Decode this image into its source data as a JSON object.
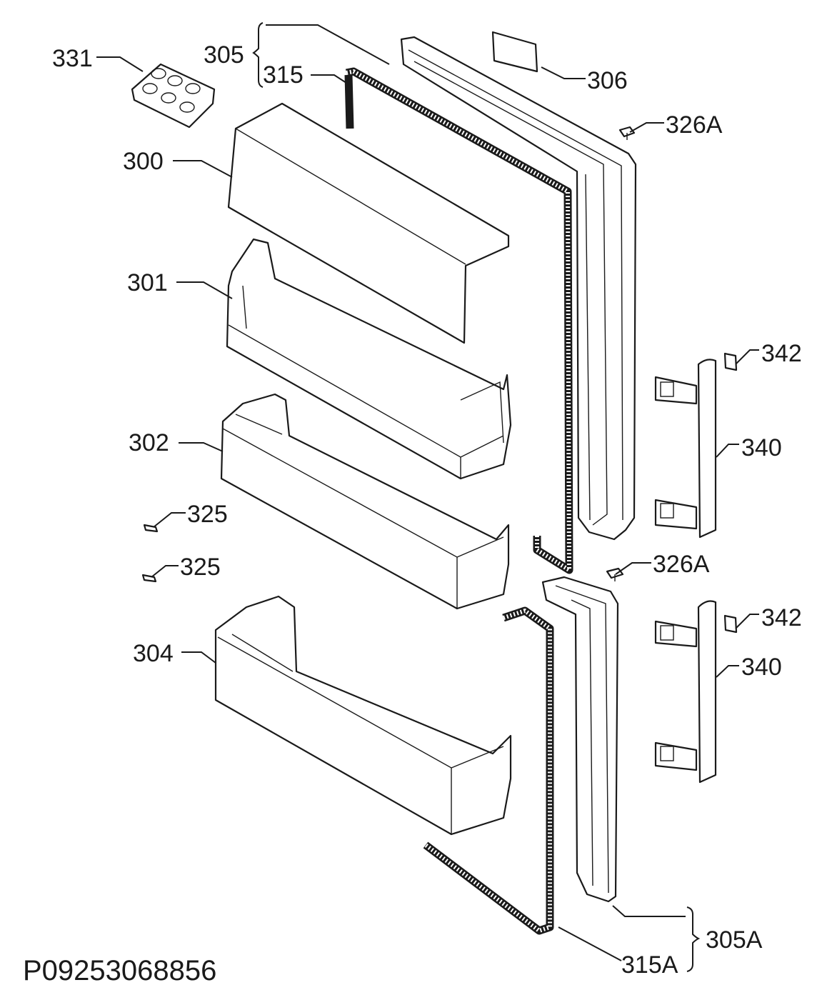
{
  "labels": {
    "l331": "331",
    "l305": "305",
    "l315": "315",
    "l306": "306",
    "l326a_top": "326A",
    "l300": "300",
    "l301": "301",
    "l342_top": "342",
    "l302": "302",
    "l340_top": "340",
    "l325_a": "325",
    "l325_b": "325",
    "l326a_mid": "326A",
    "l342_bot": "342",
    "l304": "304",
    "l340_bot": "340",
    "l305a": "305A",
    "l315a": "315A"
  },
  "drawing_code": "P09253068856"
}
